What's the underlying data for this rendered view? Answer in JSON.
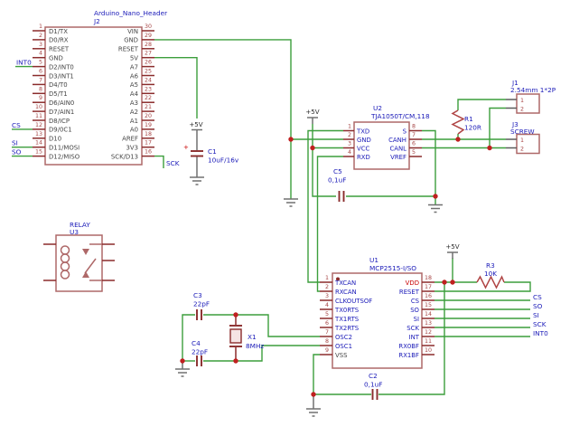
{
  "schematic": {
    "j2": {
      "ref": "J2",
      "value": "Arduino_Nano_Header",
      "left_pins": [
        {
          "num": "1",
          "name": "D1/TX"
        },
        {
          "num": "2",
          "name": "D0/RX"
        },
        {
          "num": "3",
          "name": "RESET"
        },
        {
          "num": "4",
          "name": "GND"
        },
        {
          "num": "5",
          "name": "D2/INT0"
        },
        {
          "num": "6",
          "name": "D3/INT1"
        },
        {
          "num": "7",
          "name": "D4/T0"
        },
        {
          "num": "8",
          "name": "D5/T1"
        },
        {
          "num": "9",
          "name": "D6/AIN0"
        },
        {
          "num": "10",
          "name": "D7/AIN1"
        },
        {
          "num": "11",
          "name": "D8/ICP"
        },
        {
          "num": "12",
          "name": "D9/0C1"
        },
        {
          "num": "13",
          "name": "D10"
        },
        {
          "num": "14",
          "name": "D11/MOSI"
        },
        {
          "num": "15",
          "name": "D12/MISO"
        }
      ],
      "right_pins": [
        {
          "num": "30",
          "name": "VIN"
        },
        {
          "num": "29",
          "name": "GND"
        },
        {
          "num": "28",
          "name": "RESET"
        },
        {
          "num": "27",
          "name": "5V"
        },
        {
          "num": "26",
          "name": "A7"
        },
        {
          "num": "25",
          "name": "A6"
        },
        {
          "num": "24",
          "name": "A5"
        },
        {
          "num": "23",
          "name": "A4"
        },
        {
          "num": "22",
          "name": "A3"
        },
        {
          "num": "21",
          "name": "A2"
        },
        {
          "num": "20",
          "name": "A1"
        },
        {
          "num": "19",
          "name": "A0"
        },
        {
          "num": "18",
          "name": "AREF"
        },
        {
          "num": "17",
          "name": "3V3"
        },
        {
          "num": "16",
          "name": "SCK/D13"
        }
      ]
    },
    "u2": {
      "ref": "U2",
      "value": "TJA1050T/CM,118",
      "left_pins": [
        {
          "num": "1",
          "name": "TXD"
        },
        {
          "num": "2",
          "name": "GND"
        },
        {
          "num": "3",
          "name": "VCC"
        },
        {
          "num": "4",
          "name": "RXD"
        }
      ],
      "right_pins": [
        {
          "num": "8",
          "name": "S"
        },
        {
          "num": "7",
          "name": "CANH"
        },
        {
          "num": "6",
          "name": "CANL"
        },
        {
          "num": "5",
          "name": "VREF"
        }
      ]
    },
    "u1": {
      "ref": "U1",
      "value": "MCP2515-I/SO",
      "left_pins": [
        {
          "num": "1",
          "name": "TXCAN"
        },
        {
          "num": "2",
          "name": "RXCAN"
        },
        {
          "num": "3",
          "name": "CLKOUTSOF"
        },
        {
          "num": "4",
          "name": "TX0RTS"
        },
        {
          "num": "5",
          "name": "TX1RTS"
        },
        {
          "num": "6",
          "name": "TX2RTS"
        },
        {
          "num": "7",
          "name": "OSC2"
        },
        {
          "num": "8",
          "name": "OSC1"
        },
        {
          "num": "9",
          "name": "VSS"
        }
      ],
      "right_pins": [
        {
          "num": "18",
          "name": "VDD"
        },
        {
          "num": "17",
          "name": "RESET"
        },
        {
          "num": "16",
          "name": "CS"
        },
        {
          "num": "15",
          "name": "SO"
        },
        {
          "num": "14",
          "name": "SI"
        },
        {
          "num": "13",
          "name": "SCK"
        },
        {
          "num": "12",
          "name": "INT"
        },
        {
          "num": "11",
          "name": "RX0BF"
        },
        {
          "num": "10",
          "name": "RX1BF"
        }
      ]
    },
    "u3": {
      "ref": "U3",
      "value": "RELAY"
    },
    "j1": {
      "ref": "J1",
      "value": "2.54mm 1*2P",
      "pins": [
        "1",
        "2"
      ]
    },
    "j3": {
      "ref": "J3",
      "value": "SCREW",
      "pins": [
        "1",
        "2"
      ]
    },
    "r1": {
      "ref": "R1",
      "value": "120R"
    },
    "r3": {
      "ref": "R3",
      "value": "10K"
    },
    "c1": {
      "ref": "C1",
      "value": "10uF/16v",
      "plus": "+"
    },
    "c2": {
      "ref": "C2",
      "value": "0,1uF"
    },
    "c3": {
      "ref": "C3",
      "value": "22pF"
    },
    "c4": {
      "ref": "C4",
      "value": "22pF"
    },
    "c5": {
      "ref": "C5",
      "value": "0,1uF"
    },
    "x1": {
      "ref": "X1",
      "value": "8MHz"
    },
    "power": {
      "plus5v": "+5V"
    },
    "net_labels": {
      "j2_left": [
        "INT0",
        "CS",
        "SI",
        "SO"
      ],
      "sck": "SCK",
      "u1_right": [
        "CS",
        "SO",
        "SI",
        "SCK",
        "INT0"
      ]
    },
    "colors": {
      "wire_green": "#3c9e3c",
      "symbol_outline": "#ae6868",
      "pin_red": "#8a2b2b",
      "label_blue": "#1a1ab8",
      "vdd_red": "#c80000",
      "junction_red": "#c02020",
      "power_gray": "#707070"
    }
  }
}
